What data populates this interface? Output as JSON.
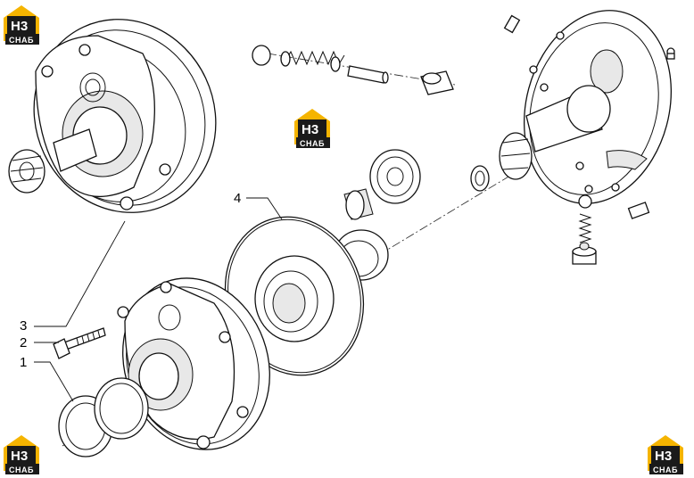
{
  "logo": {
    "letters": "H3",
    "sub": "СНАБ",
    "color": "#f5b400",
    "bg": "#1a1a1a"
  },
  "callouts": [
    "1",
    "2",
    "3",
    "4"
  ]
}
